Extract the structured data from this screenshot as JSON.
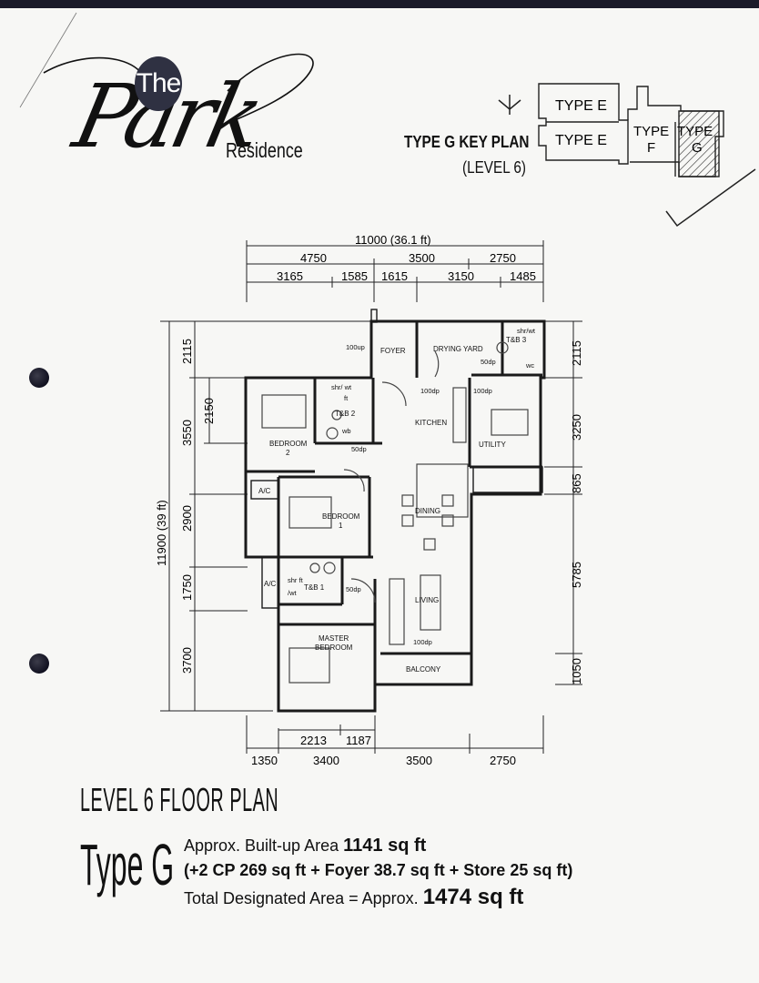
{
  "brand": {
    "the": "The",
    "park": "Park",
    "residence": "Residence"
  },
  "key_plan": {
    "title": "TYPE G KEY PLAN",
    "level": "(LEVEL 6)",
    "units": [
      "TYPE E",
      "TYPE E",
      "TYPE",
      "F",
      "TYPE",
      "G"
    ]
  },
  "dimensions": {
    "top_overall": "11000 (36.1 ft)",
    "top_mid": [
      "4750",
      "3500",
      "2750"
    ],
    "top_detail": [
      "3165",
      "1585",
      "1615",
      "3150",
      "1485"
    ],
    "bottom_detail": [
      "2213",
      "1187"
    ],
    "bottom_main": [
      "1350",
      "3400",
      "3500",
      "2750"
    ],
    "left_overall": "11900 (39 ft)",
    "left_main": [
      "2115",
      "3550",
      "2900",
      "1750",
      "3700"
    ],
    "left_inner": "2150",
    "right": [
      "2115",
      "3250",
      "865",
      "5785",
      "1050"
    ]
  },
  "rooms": {
    "foyer": "FOYER",
    "drying_yard": "DRYING YARD",
    "tb3": "T&B 3",
    "tb2": "T&B 2",
    "bedroom2_a": "BEDROOM",
    "bedroom2_b": "2",
    "kitchen": "KITCHEN",
    "utility": "UTILITY",
    "ac_1": "A/C",
    "bedroom1_a": "BEDROOM",
    "bedroom1_b": "1",
    "dining": "DINING",
    "ac_2": "A/C",
    "tb1": "T&B 1",
    "living": "LIVING",
    "master_a": "MASTER",
    "master_b": "BEDROOM",
    "balcony": "BALCONY"
  },
  "notes": {
    "up100": "100up",
    "dp100_kitchen": "100dp",
    "dp100_b": "100dp",
    "dp50_yard": "50dp",
    "dp50_tb2": "50dp",
    "dp50_tb1": "50dp",
    "dp100_living": "100dp",
    "shr_wt_1": "shr/ wt",
    "shr_wt_2": "shr/wt",
    "shr_ft": "shr ft",
    "wt": "/wt",
    "ft": "ft",
    "wb": "wb",
    "wc": "wc"
  },
  "plan_title": "LEVEL 6 FLOOR PLAN",
  "type_title": "Type G",
  "area": {
    "built_up_prefix": "Approx. Built-up Area",
    "built_up_value": "1141 sq ft",
    "extras": "(+2 CP 269 sq ft + Foyer 38.7 sq ft + Store 25 sq ft)",
    "total_prefix": "Total Designated Area = Approx.",
    "total_value": "1474 sq ft"
  }
}
